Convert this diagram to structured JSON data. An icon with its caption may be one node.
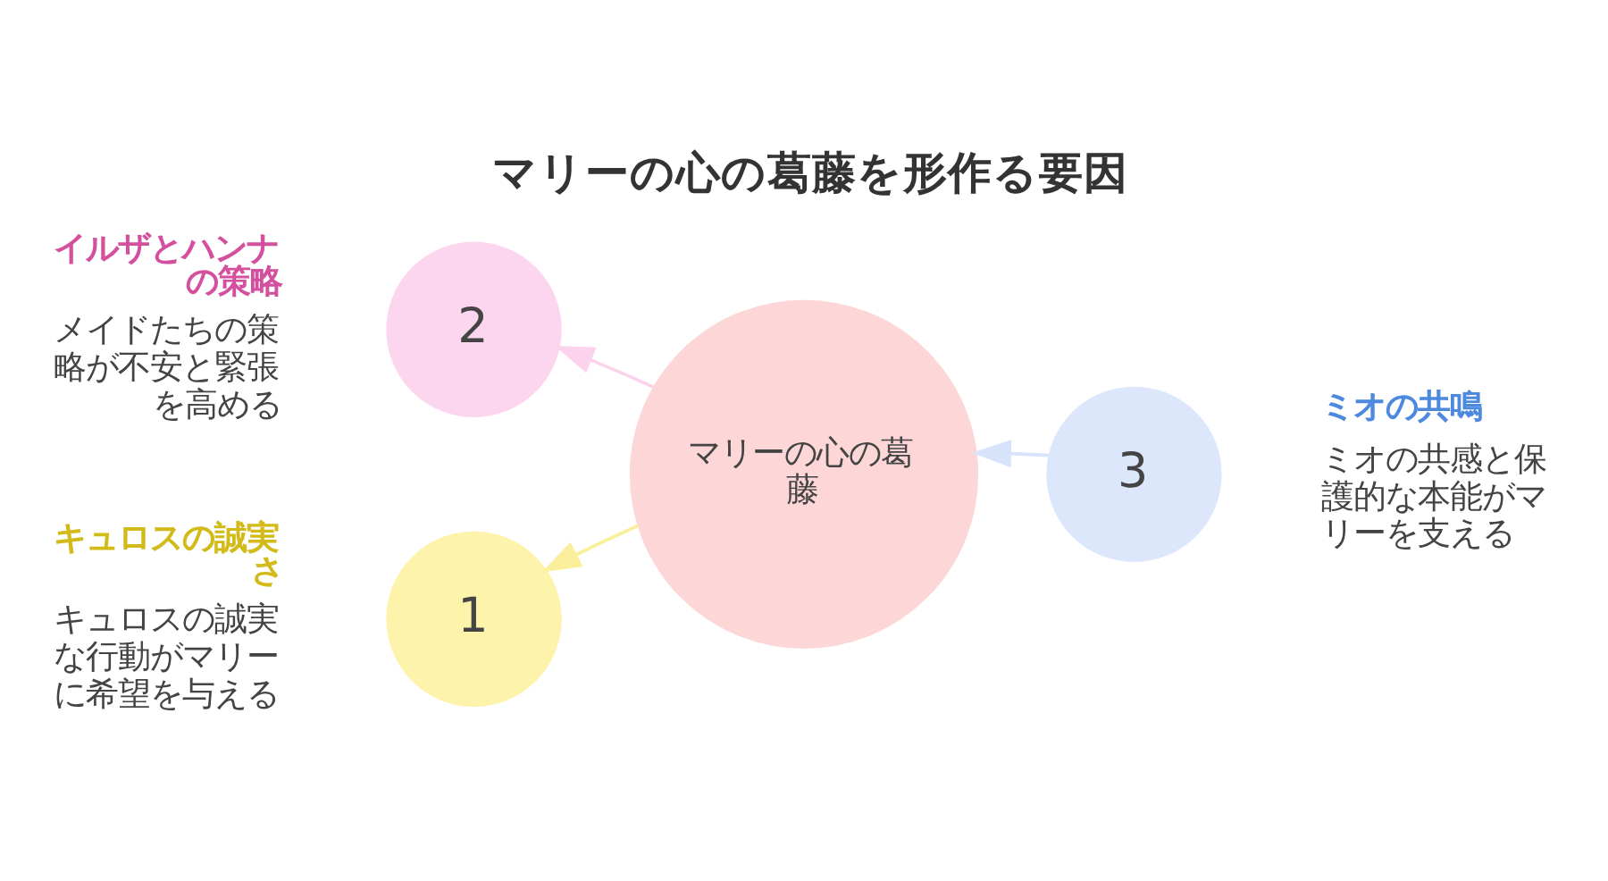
{
  "diagram": {
    "title": "マリーの心の葛藤を形作る要因",
    "nodes": [
      {
        "text": [
          "2"
        ],
        "beside": [
          "イルザとハンナの策略",
          "メイドたちの策略が不安と緊張を高める"
        ]
      },
      {
        "text": [
          "マリーの心の葛藤"
        ]
      },
      {
        "text": [
          "3"
        ],
        "beside": [
          "ミオの共鳴",
          "ミオの共感と保護的な本能がマリーを支える"
        ]
      },
      {
        "text": [
          "1"
        ],
        "beside": [
          "キュロスの誠実さ",
          "キュロスの誠実な行動がマリーに希望を与える"
        ]
      }
    ],
    "edges": [
      {
        "from": 1,
        "to": 0,
        "arrow": "to",
        "color": "#fbd3ec"
      },
      {
        "from": 2,
        "to": 1,
        "arrow": "to",
        "color": "#d6e3fb"
      },
      {
        "from": 1,
        "to": 3,
        "arrow": "to",
        "color": "#fcef9c"
      }
    ]
  }
}
